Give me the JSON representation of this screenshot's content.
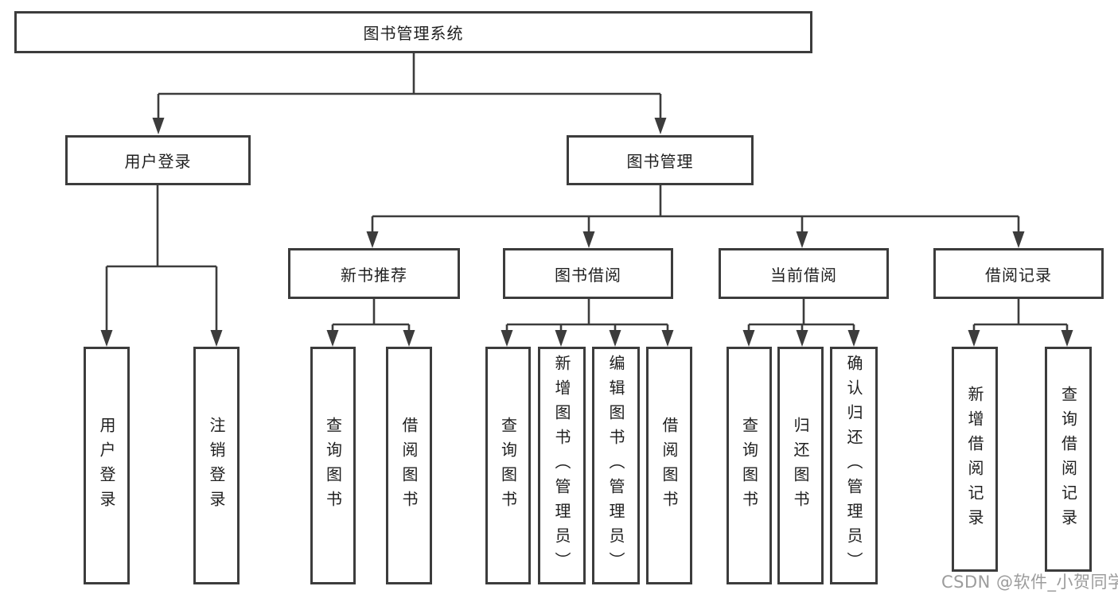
{
  "diagram": {
    "type": "hierarchy-tree",
    "colors": {
      "line": "#3c3c3c",
      "box_border": "#3c3c3c",
      "box_fill": "#ffffff",
      "text": "#1f1f1f",
      "watermark": "#9c9c9c",
      "background": "#ffffff"
    },
    "tree": {
      "label": "图书管理系统",
      "children": [
        {
          "label": "用户登录",
          "children": [
            {
              "label": "用户登录"
            },
            {
              "label": "注销登录"
            }
          ]
        },
        {
          "label": "图书管理",
          "children": [
            {
              "label": "新书推荐",
              "children": [
                {
                  "label": "查询图书"
                },
                {
                  "label": "借阅图书"
                }
              ]
            },
            {
              "label": "图书借阅",
              "children": [
                {
                  "label": "查询图书"
                },
                {
                  "label": "新增图书（管理员）"
                },
                {
                  "label": "编辑图书（管理员）"
                },
                {
                  "label": "借阅图书"
                }
              ]
            },
            {
              "label": "当前借阅",
              "children": [
                {
                  "label": "查询图书"
                },
                {
                  "label": "归还图书"
                },
                {
                  "label": "确认归还（管理员）"
                }
              ]
            },
            {
              "label": "借阅记录",
              "children": [
                {
                  "label": "新增借阅记录"
                },
                {
                  "label": "查询借阅记录"
                }
              ]
            }
          ]
        }
      ]
    },
    "watermark": {
      "text": "CSDN @软件_小贺同学"
    }
  }
}
